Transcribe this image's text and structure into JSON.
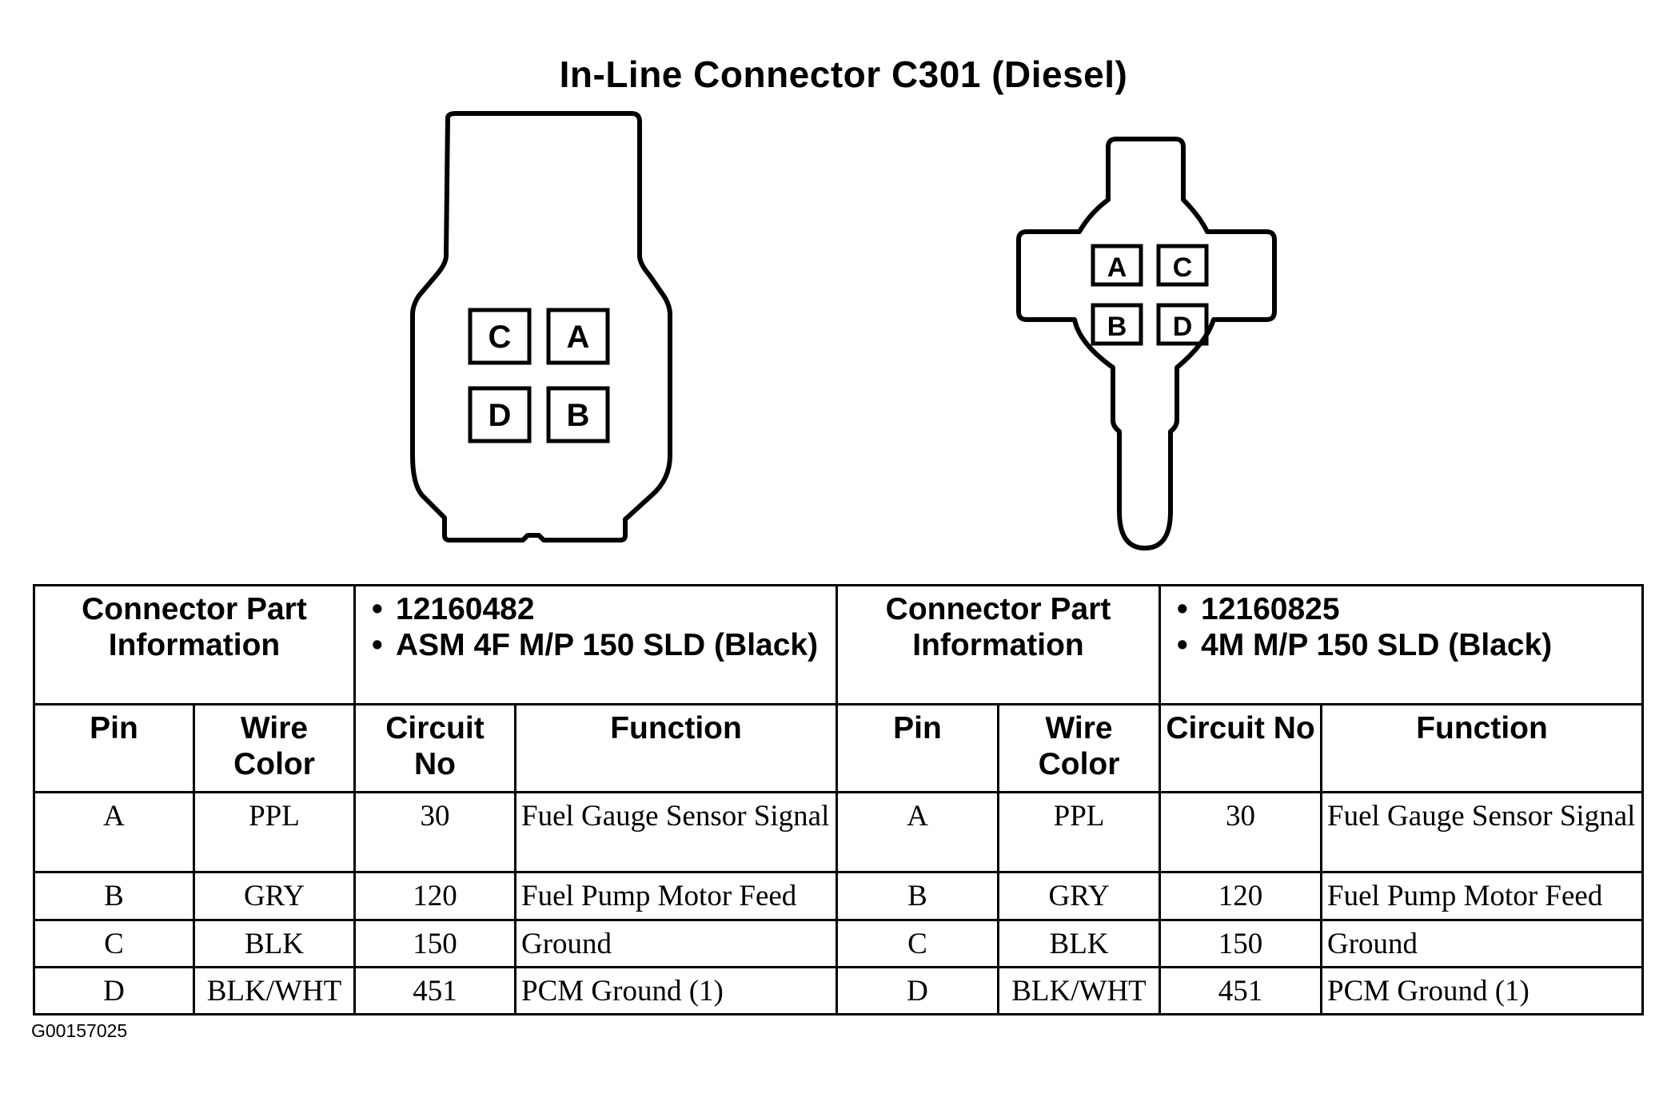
{
  "title": "In-Line Connector C301 (Diesel)",
  "figure_id": "G00157025",
  "connectors": [
    {
      "pin_labels": [
        "C",
        "A",
        "D",
        "B"
      ],
      "part_info_header": "Connector Part Information",
      "part_info": [
        "12160482",
        "ASM 4F M/P 150 SLD (Black)"
      ],
      "columns": [
        "Pin",
        "Wire Color",
        "Circuit No",
        "Function"
      ],
      "rows": [
        {
          "pin": "A",
          "wire_color": "PPL",
          "circuit": "30",
          "function": "Fuel Gauge Sensor Signal"
        },
        {
          "pin": "B",
          "wire_color": "GRY",
          "circuit": "120",
          "function": "Fuel Pump Motor Feed"
        },
        {
          "pin": "C",
          "wire_color": "BLK",
          "circuit": "150",
          "function": "Ground"
        },
        {
          "pin": "D",
          "wire_color": "BLK/WHT",
          "circuit": "451",
          "function": "PCM Ground (1)"
        }
      ]
    },
    {
      "pin_labels": [
        "A",
        "C",
        "B",
        "D"
      ],
      "part_info_header": "Connector Part Information",
      "part_info": [
        "12160825",
        "4M M/P 150 SLD (Black)"
      ],
      "columns": [
        "Pin",
        "Wire Color",
        "Circuit No",
        "Function"
      ],
      "rows": [
        {
          "pin": "A",
          "wire_color": "PPL",
          "circuit": "30",
          "function": "Fuel Gauge Sensor Signal"
        },
        {
          "pin": "B",
          "wire_color": "GRY",
          "circuit": "120",
          "function": "Fuel Pump Motor Feed"
        },
        {
          "pin": "C",
          "wire_color": "BLK",
          "circuit": "150",
          "function": "Ground"
        },
        {
          "pin": "D",
          "wire_color": "BLK/WHT",
          "circuit": "451",
          "function": "PCM Ground (1)"
        }
      ]
    }
  ]
}
